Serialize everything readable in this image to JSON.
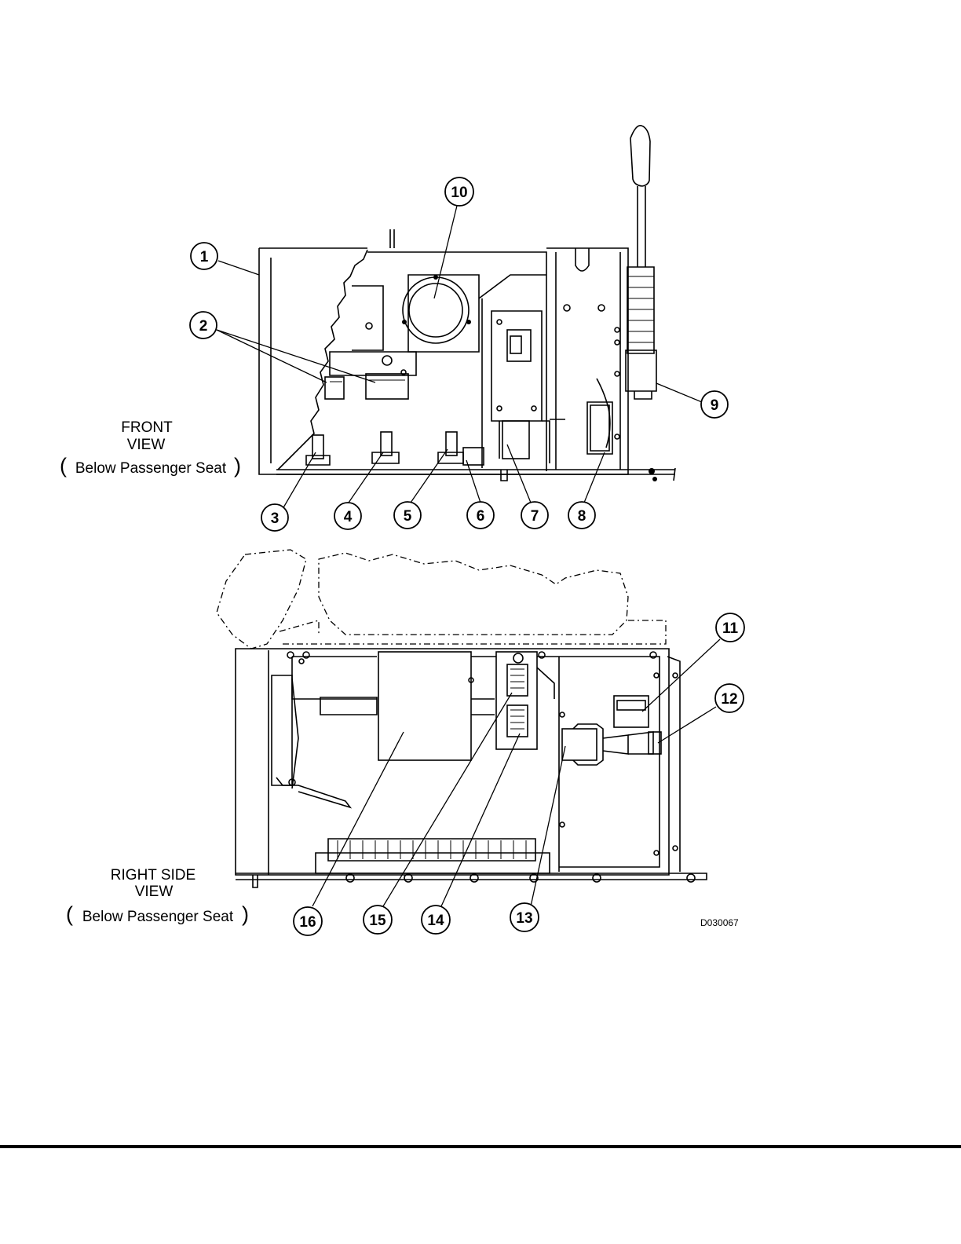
{
  "front_view": {
    "line1": "FRONT",
    "line2": "VIEW",
    "line3": "Below Passenger Seat"
  },
  "side_view": {
    "line1": "RIGHT SIDE",
    "line2": "VIEW",
    "line3": "Below Passenger Seat"
  },
  "figure_id": "D030067",
  "callouts": [
    "1",
    "2",
    "3",
    "4",
    "5",
    "6",
    "7",
    "8",
    "9",
    "10",
    "11",
    "12",
    "13",
    "14",
    "15",
    "16"
  ]
}
